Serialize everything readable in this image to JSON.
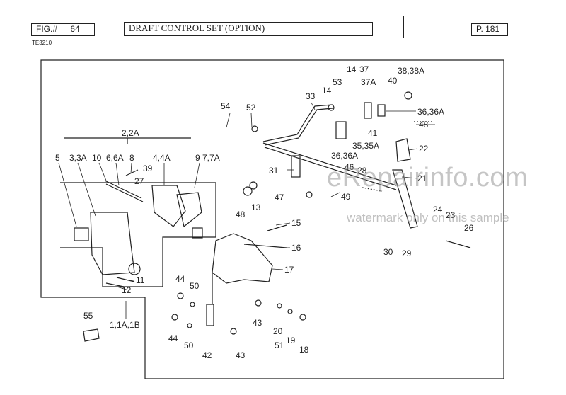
{
  "header": {
    "fig_label": "FIG.#",
    "fig_number": "64",
    "title": "DRAFT CONTROL SET (OPTION)",
    "page": "P. 181",
    "doc_code": "TE3210"
  },
  "watermark": {
    "site": "eRepairinfo.com",
    "note": "watermark only on this sample"
  },
  "parts": {
    "p1": "1,1A,1B",
    "p2": "2,2A",
    "p3": "3,3A",
    "p4": "4,4A",
    "p5": "5",
    "p6": "6,6A",
    "p7": "9 7,7A",
    "p8": "8",
    "p10": "10",
    "p11": "11",
    "p12": "12",
    "p13": "13",
    "p14a": "14",
    "p14b": "14",
    "p15": "15",
    "p16": "16",
    "p17": "17",
    "p18": "18",
    "p19": "19",
    "p20": "20",
    "p21": "21",
    "p22": "22",
    "p23": "23",
    "p24": "24",
    "p26": "26",
    "p27": "27",
    "p28": "28",
    "p29": "29",
    "p30": "30",
    "p31": "31",
    "p33": "33",
    "p35": "35,35A",
    "p36a": "36,36A",
    "p36b": "36,36A",
    "p37": "37",
    "p37a": "37A",
    "p38": "38,38A",
    "p39": "39",
    "p40": "40",
    "p41": "41",
    "p42": "42",
    "p43a": "43",
    "p43b": "43",
    "p44a": "44",
    "p44b": "44",
    "p46": "46",
    "p47": "47",
    "p48a": "48",
    "p48b": "48",
    "p49": "49",
    "p50a": "50",
    "p50b": "50",
    "p51": "51",
    "p52": "52",
    "p53": "53",
    "p54": "54",
    "p55": "55"
  }
}
